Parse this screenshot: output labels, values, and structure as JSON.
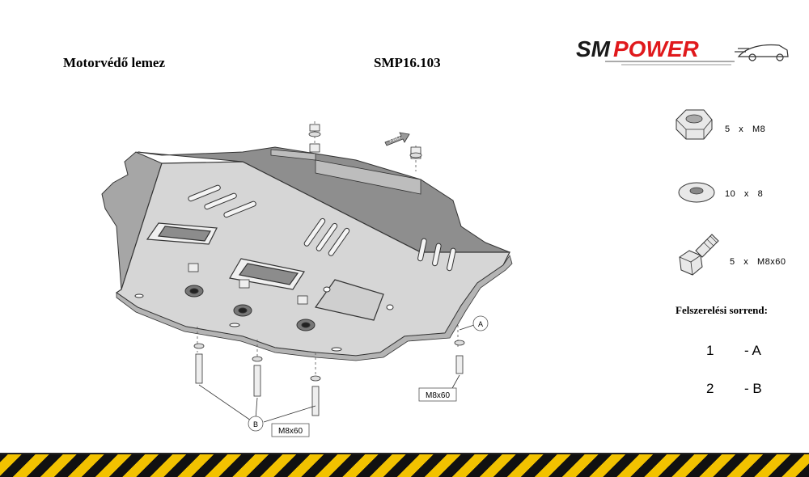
{
  "header": {
    "title": "Motorvédő lemez",
    "code": "SMP16.103"
  },
  "logo": {
    "part1": "SM",
    "part2": "POWER",
    "color_dark": "#1a1a1a",
    "color_red": "#e0191c"
  },
  "diagram": {
    "fwd_label": "FWD",
    "callouts": [
      {
        "letter": "A",
        "bolt_label": "M8x60"
      },
      {
        "letter": "B",
        "bolt_label": "M8x60"
      }
    ],
    "plate_fill": "#d6d6d6",
    "plate_side_fill": "#9a9a9a"
  },
  "legend": [
    {
      "icon": "nut-icon",
      "qty": "5",
      "x": "x",
      "spec": "M8"
    },
    {
      "icon": "washer-icon",
      "qty": "10",
      "x": "x",
      "spec": "8"
    },
    {
      "icon": "bolt-icon",
      "qty": "5",
      "x": "x",
      "spec": "M8x60"
    }
  ],
  "assembly": {
    "title": "Felszerelési sorrend:",
    "steps": [
      {
        "num": "1",
        "label": "- A"
      },
      {
        "num": "2",
        "label": "- B"
      }
    ]
  }
}
